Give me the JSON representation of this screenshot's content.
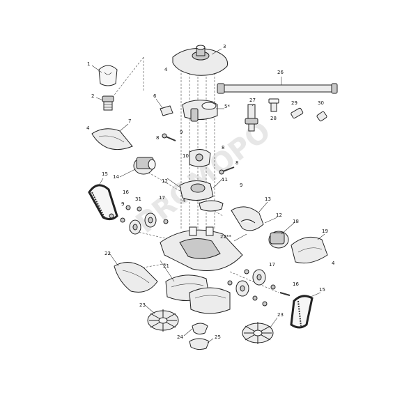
{
  "watermark": "PROMOPO",
  "callouts": [
    {
      "id": "c1",
      "text": "1"
    },
    {
      "id": "c2",
      "text": "2"
    },
    {
      "id": "c3",
      "text": "3"
    },
    {
      "id": "c4a",
      "text": "4"
    },
    {
      "id": "c4b",
      "text": "4"
    },
    {
      "id": "c4c",
      "text": "4"
    },
    {
      "id": "c4d",
      "text": "4"
    },
    {
      "id": "c5",
      "text": "5*"
    },
    {
      "id": "c6",
      "text": "6"
    },
    {
      "id": "c7",
      "text": "7"
    },
    {
      "id": "c8a",
      "text": "8"
    },
    {
      "id": "c8b",
      "text": "8"
    },
    {
      "id": "c8c",
      "text": "8"
    },
    {
      "id": "c9a",
      "text": "9"
    },
    {
      "id": "c9b",
      "text": "9"
    },
    {
      "id": "c9c",
      "text": "9"
    },
    {
      "id": "c10",
      "text": "10"
    },
    {
      "id": "c11",
      "text": "11"
    },
    {
      "id": "c12a",
      "text": "12"
    },
    {
      "id": "c12b",
      "text": "12"
    },
    {
      "id": "c13",
      "text": "13"
    },
    {
      "id": "c14",
      "text": "14"
    },
    {
      "id": "c15a",
      "text": "15"
    },
    {
      "id": "c15b",
      "text": "15"
    },
    {
      "id": "c16a",
      "text": "16"
    },
    {
      "id": "c16b",
      "text": "16"
    },
    {
      "id": "c17a",
      "text": "17"
    },
    {
      "id": "c17b",
      "text": "17"
    },
    {
      "id": "c18",
      "text": "18"
    },
    {
      "id": "c19",
      "text": "19"
    },
    {
      "id": "c21",
      "text": "21"
    },
    {
      "id": "c22a",
      "text": "22"
    },
    {
      "id": "c22b",
      "text": "22**"
    },
    {
      "id": "c23a",
      "text": "23"
    },
    {
      "id": "c23b",
      "text": "23"
    },
    {
      "id": "c24",
      "text": "24"
    },
    {
      "id": "c25",
      "text": "25"
    },
    {
      "id": "c26",
      "text": "26"
    },
    {
      "id": "c27",
      "text": "27"
    },
    {
      "id": "c28",
      "text": "28"
    },
    {
      "id": "c29",
      "text": "29"
    },
    {
      "id": "c30",
      "text": "30"
    },
    {
      "id": "c31",
      "text": "31"
    }
  ]
}
